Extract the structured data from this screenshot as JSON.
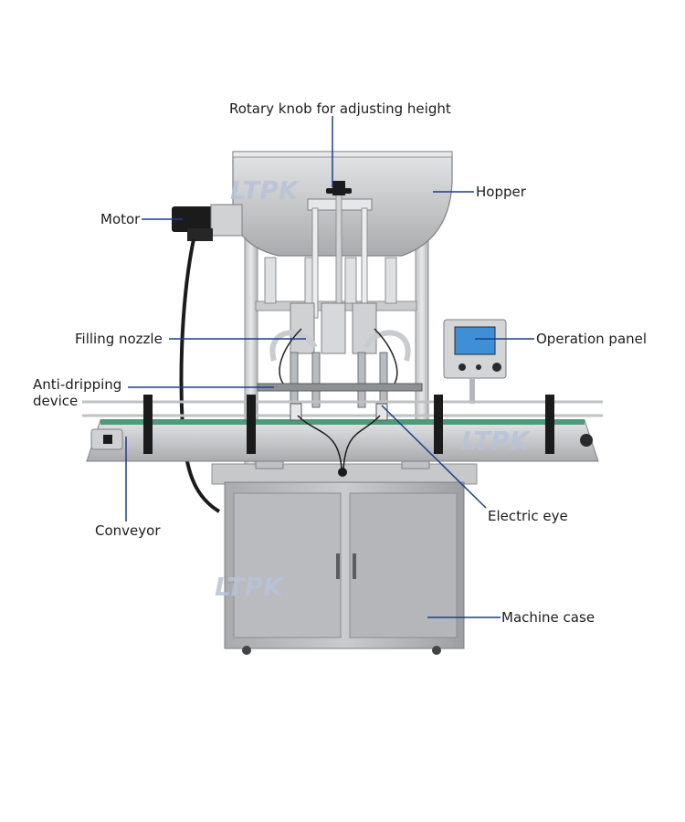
{
  "brand": {
    "watermark": "LTPK",
    "watermark_color": "#b8c2d8"
  },
  "colors": {
    "leader_line": "#1f3d8a",
    "label_text": "#1c1c1c",
    "steel_light": "#d9dadb",
    "steel_mid": "#b4b6b8",
    "steel_dark": "#7d8084",
    "black_part": "#1b1b1b",
    "conveyor_belt": "#4c9a78",
    "screen": "#3f8fd6"
  },
  "callouts": {
    "rotary_knob": "Rotary knob for adjusting height",
    "hopper": "Hopper",
    "motor": "Motor",
    "filling_nozzle": "Filling nozzle",
    "operation_panel": "Operation panel",
    "anti_dripping_line1": "Anti-dripping",
    "anti_dripping_line2": "device",
    "conveyor": "Conveyor",
    "electric_eye": "Electric eye",
    "machine_case": "Machine case"
  }
}
